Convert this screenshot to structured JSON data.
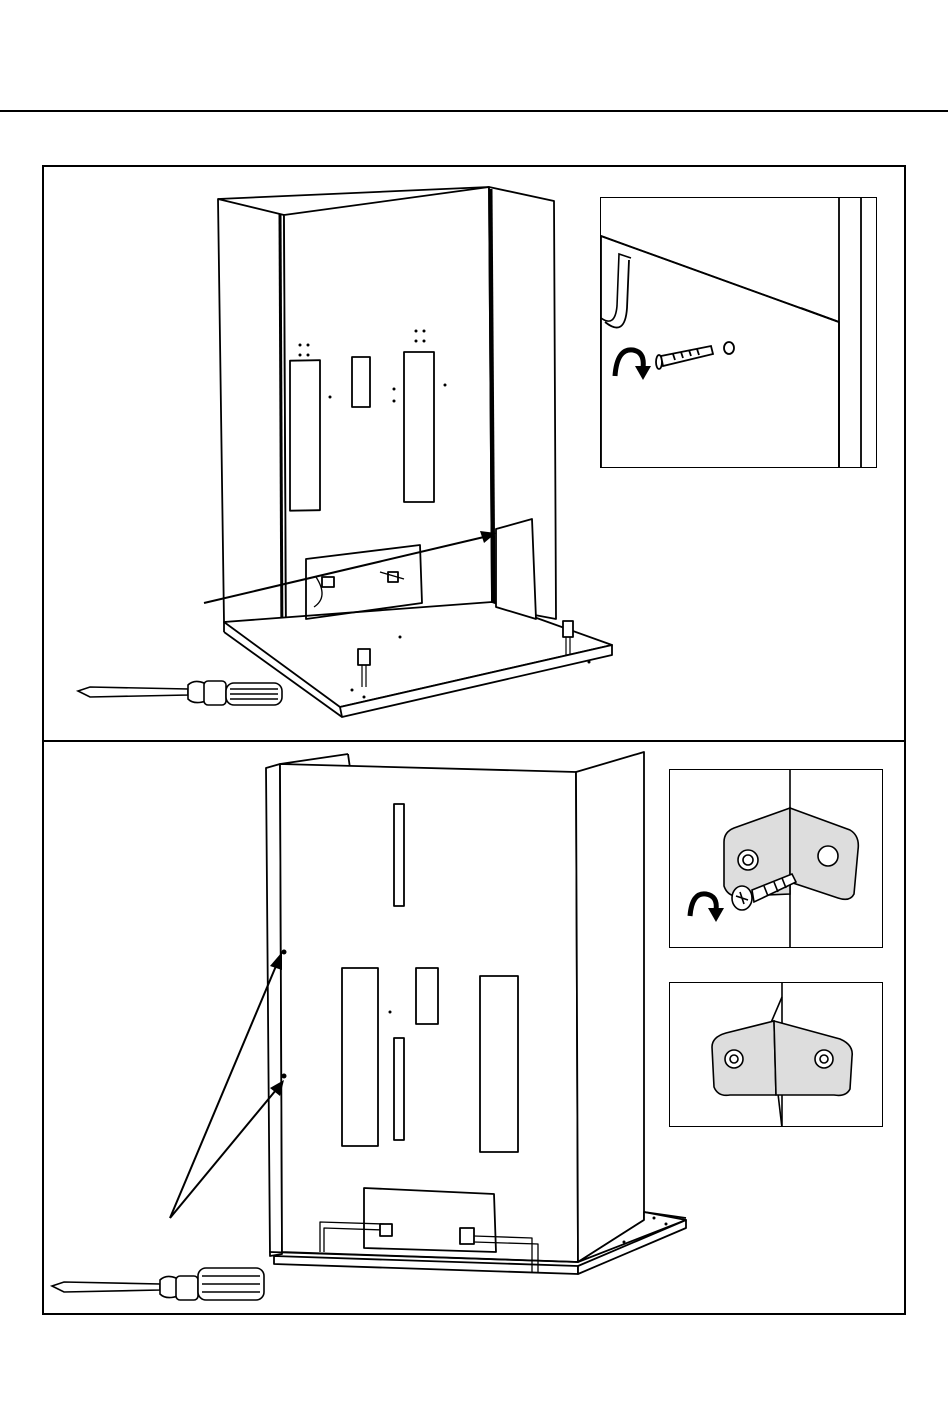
{
  "document": {
    "type": "assembly-instructions",
    "steps": [
      {
        "id": "step-a",
        "tool": "screwdriver-icon",
        "callouts": [
          "cam-bolt-detail"
        ],
        "rotation": "clockwise-arrow-icon"
      },
      {
        "id": "step-b",
        "tool": "screwdriver-icon",
        "callouts": [
          "bracket-screw-detail",
          "bracket-mounted-detail"
        ],
        "rotation": "clockwise-arrow-icon"
      }
    ],
    "colors": {
      "line": "#000000",
      "paper": "#ffffff",
      "shade": "#d9d9d9"
    }
  }
}
